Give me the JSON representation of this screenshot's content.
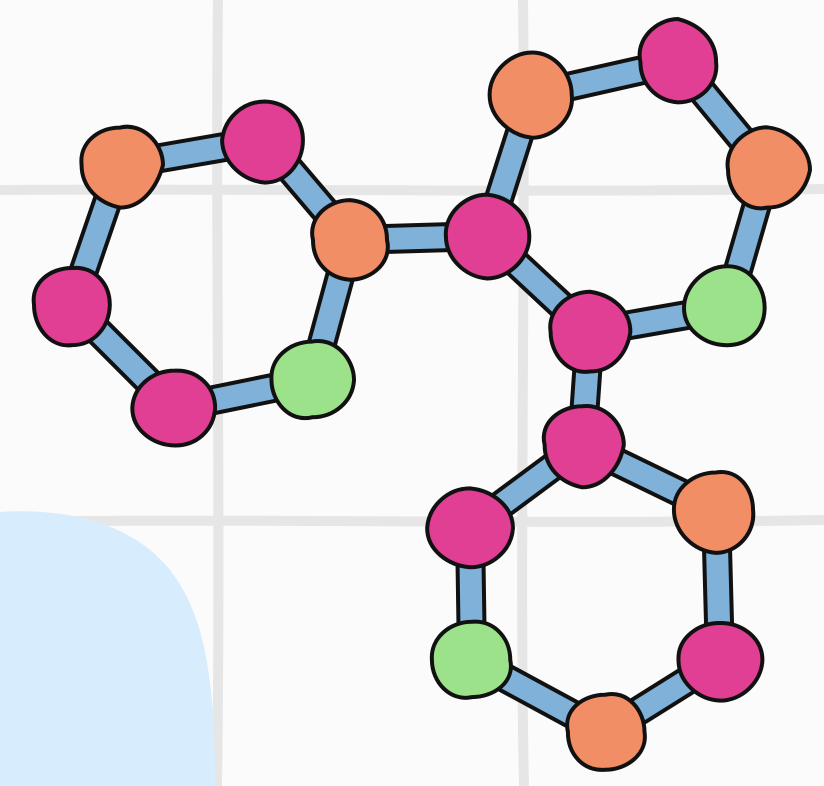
{
  "colors": {
    "background": "#fbfbfb",
    "grid": "#e6e6e6",
    "blob": "#d7ecfc",
    "bond": "#7fb1d9",
    "outline": "#111111",
    "atom_pink": "#e13f94",
    "atom_orange": "#f28e66",
    "atom_green": "#9be28a"
  },
  "molecule": {
    "rings": 3,
    "atom_types": [
      "pink",
      "orange",
      "green"
    ]
  }
}
